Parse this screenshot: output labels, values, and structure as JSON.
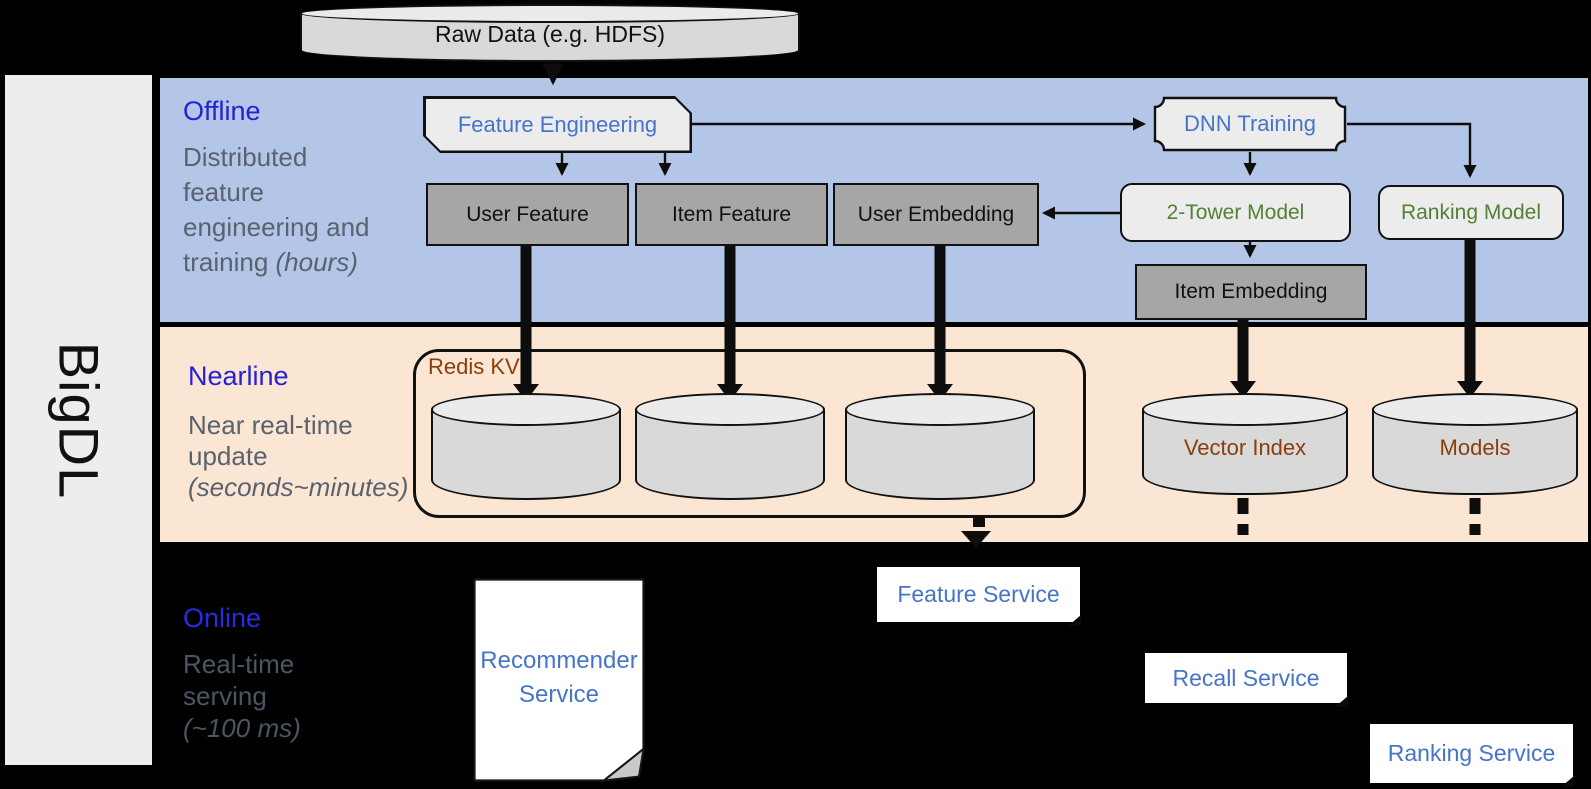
{
  "brand": {
    "name": "BigDL"
  },
  "raw_data": {
    "label": "Raw Data (e.g. HDFS)"
  },
  "offline": {
    "title": "Offline",
    "desc_line1": "Distributed",
    "desc_line2": "feature",
    "desc_line3": "engineering and",
    "desc_line4_normal": "training ",
    "desc_line4_italic": "(hours)",
    "boxes": {
      "feature_engineering": "Feature Engineering",
      "dnn_training": "DNN Training",
      "user_feature": "User Feature",
      "item_feature": "Item Feature",
      "user_embedding": "User Embedding",
      "two_tower_model": "2-Tower Model",
      "ranking_model": "Ranking Model",
      "item_embedding": "Item Embedding"
    }
  },
  "nearline": {
    "title": "Nearline",
    "desc_line1": "Near real-time",
    "desc_line2": "update",
    "desc_line3_italic": "(seconds~minutes)",
    "stores": {
      "redis_kv": "Redis KV",
      "vector_index": "Vector Index",
      "models": "Models"
    }
  },
  "online": {
    "title": "Online",
    "desc_line1": "Real-time",
    "desc_line2": "serving",
    "desc_line3_italic": "(~100 ms)",
    "services": {
      "recommender_line1": "Recommender",
      "recommender_line2": "Service",
      "feature": "Feature Service",
      "recall": "Recall Service",
      "ranking": "Ranking Service"
    }
  },
  "colors": {
    "offline_band": "#b3c6e7",
    "nearline_band": "#fbe5d3",
    "section_title_blue": "#2323d3",
    "box_label_blue": "#4674c9",
    "model_label_green": "#538135",
    "store_label_brown": "#8a3e0c",
    "desc_gray": "#5a6270",
    "dark_box_gray": "#a6a6a6",
    "light_box_gray": "#ececec"
  }
}
